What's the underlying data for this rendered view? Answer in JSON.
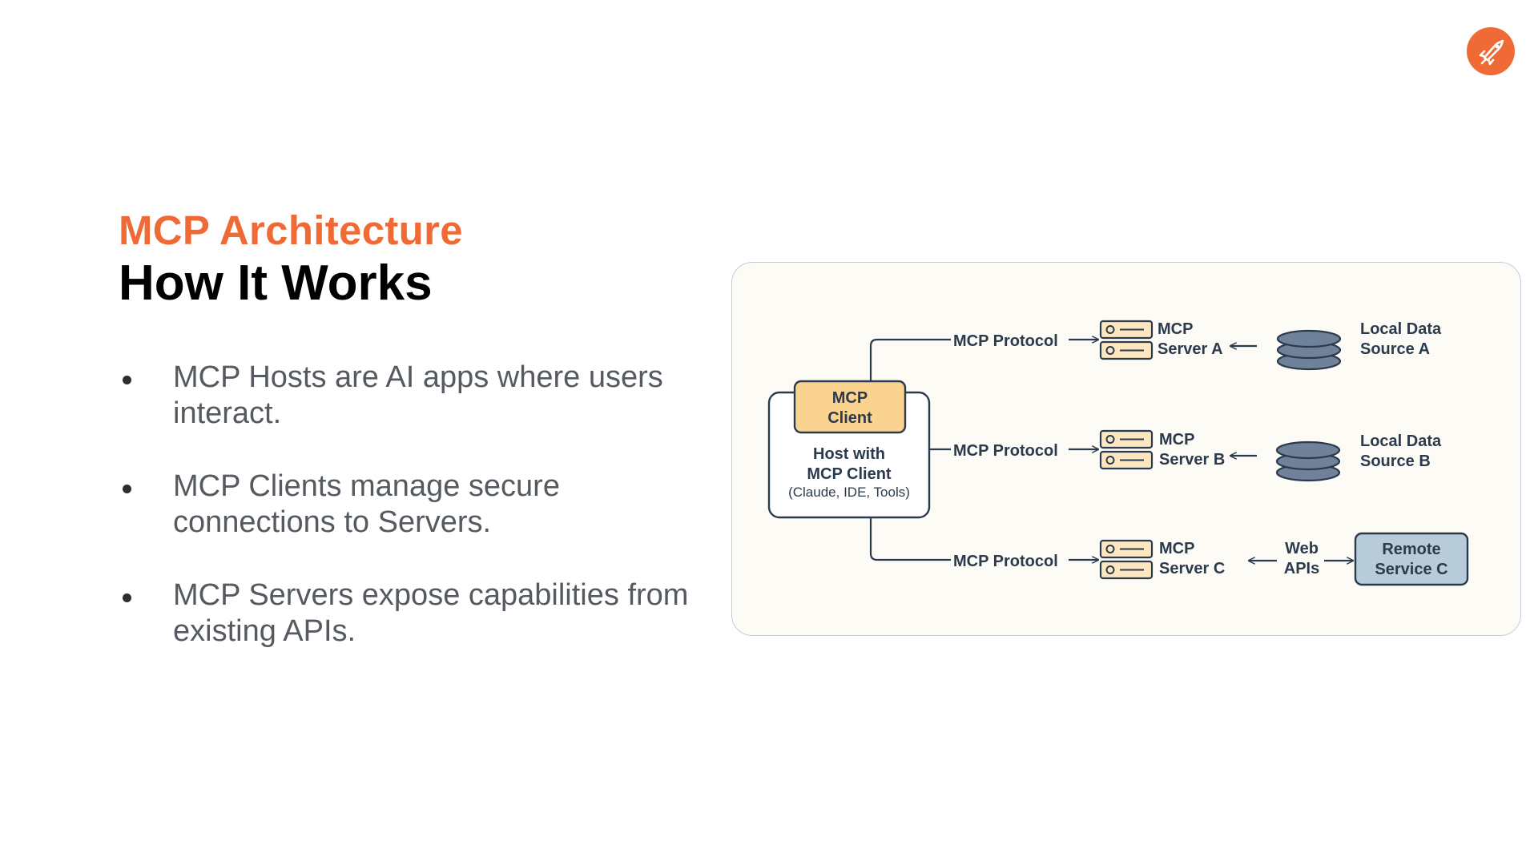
{
  "header": {
    "subtitle": "MCP Architecture",
    "title": "How It Works",
    "logo_icon": "rocket-icon"
  },
  "bullets": [
    {
      "text": "MCP Hosts are AI apps where users interact."
    },
    {
      "text": "MCP Clients manage secure connections to Servers."
    },
    {
      "text": "MCP Servers expose capabilities from existing APIs."
    }
  ],
  "diagram": {
    "host": {
      "client_line1": "MCP",
      "client_line2": "Client",
      "label_line1": "Host with",
      "label_line2": "MCP Client",
      "label_line3": "(Claude, IDE, Tools)"
    },
    "protocols": [
      {
        "label": "MCP Protocol"
      },
      {
        "label": "MCP Protocol"
      },
      {
        "label": "MCP Protocol"
      }
    ],
    "servers": [
      {
        "line1": "MCP",
        "line2": "Server A",
        "icon": "server-icon"
      },
      {
        "line1": "MCP",
        "line2": "Server B",
        "icon": "server-icon"
      },
      {
        "line1": "MCP",
        "line2": "Server C",
        "icon": "server-icon"
      }
    ],
    "sources": [
      {
        "line1": "Local Data",
        "line2": "Source A",
        "icon": "database-icon"
      },
      {
        "line1": "Local Data",
        "line2": "Source B",
        "icon": "database-icon"
      }
    ],
    "web_apis": {
      "line1": "Web",
      "line2": "APIs"
    },
    "remote": {
      "line1": "Remote",
      "line2": "Service C"
    }
  },
  "colors": {
    "accent": "#ef6a35",
    "client_box": "#f9d38f",
    "server_fill": "#fde7c1",
    "database": "#6f829a",
    "remote_box": "#b7cbd9",
    "stroke": "#2b3a4d",
    "panel_bg": "#fdfbf5"
  }
}
